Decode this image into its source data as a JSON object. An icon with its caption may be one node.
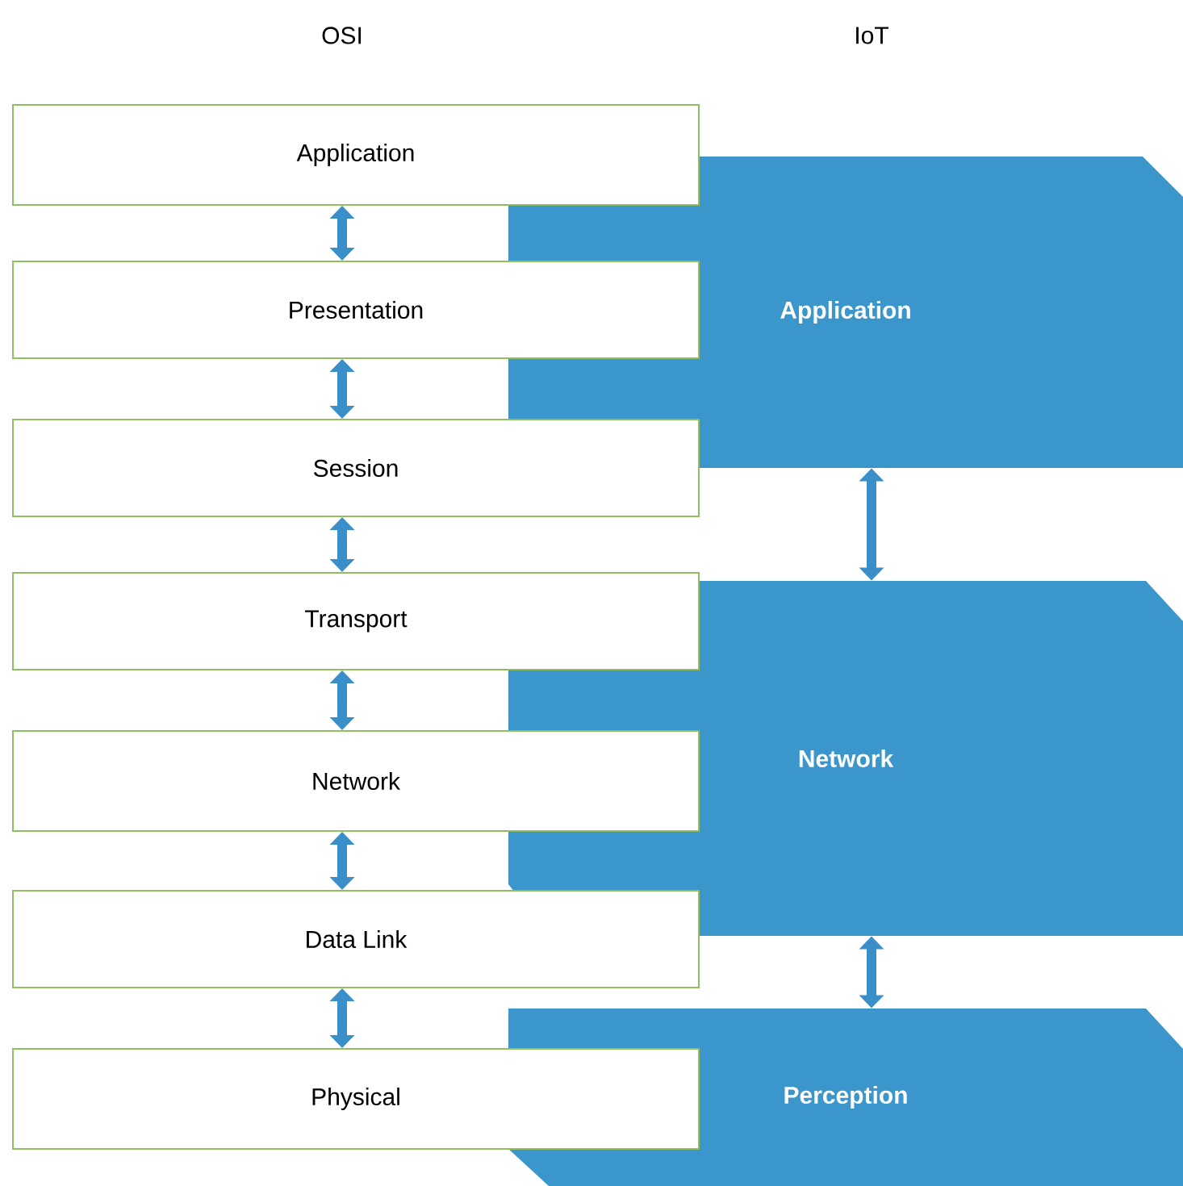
{
  "diagram": {
    "nodes": [
      {
        "text": [
          "Application"
        ]
      },
      {
        "text": [
          "Presentation"
        ]
      },
      {
        "text": [
          "Session"
        ]
      },
      {
        "text": [
          "Transport"
        ]
      },
      {
        "text": [
          "Network"
        ]
      },
      {
        "text": [
          "Data Link"
        ]
      },
      {
        "text": [
          "Physical"
        ]
      },
      {
        "text": [
          "Application"
        ]
      },
      {
        "text": [
          "Network"
        ]
      },
      {
        "text": [
          "Perception"
        ]
      }
    ],
    "edges": [
      {
        "from": 0,
        "to": 1,
        "arrow": "both"
      },
      {
        "from": 1,
        "to": 2,
        "arrow": "both"
      },
      {
        "from": 2,
        "to": 3,
        "arrow": "both"
      },
      {
        "from": 3,
        "to": 4,
        "arrow": "both"
      },
      {
        "from": 4,
        "to": 5,
        "arrow": "both"
      },
      {
        "from": 5,
        "to": 6,
        "arrow": "both"
      },
      {
        "from": 7,
        "to": 8,
        "arrow": "both"
      },
      {
        "from": 8,
        "to": 9,
        "arrow": "both"
      }
    ],
    "labels": [
      "OSI",
      "IoT"
    ]
  }
}
